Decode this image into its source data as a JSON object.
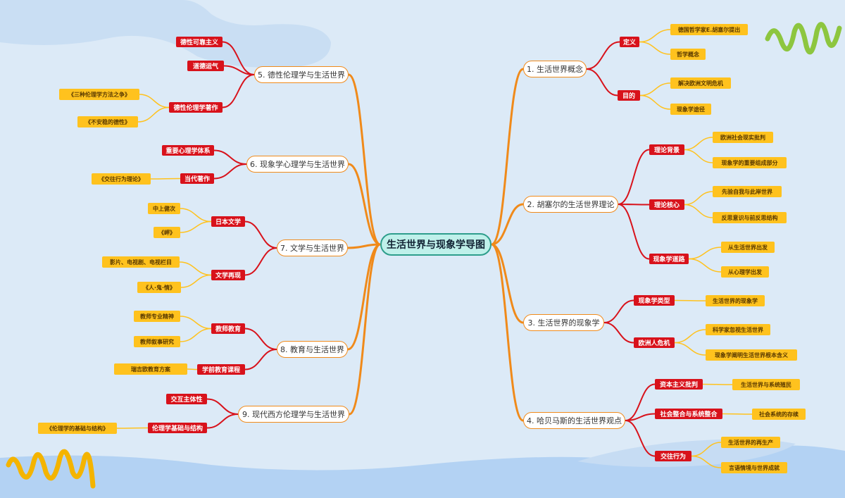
{
  "center": "生活世界与现象学导图",
  "branches": [
    {
      "label": "1. 生活世界概念",
      "subs": [
        {
          "label": "定义",
          "leaves": [
            "德国哲学家E.胡塞尔提出",
            "哲学概念"
          ]
        },
        {
          "label": "目的",
          "leaves": [
            "解决欧洲文明危机",
            "现象学途径"
          ]
        }
      ]
    },
    {
      "label": "2. 胡塞尔的生活世界理论",
      "subs": [
        {
          "label": "理论背景",
          "leaves": [
            "欧洲社会现实批判",
            "现象学的重要组成部分"
          ]
        },
        {
          "label": "理论核心",
          "leaves": [
            "先验自我与此岸世界",
            "反思意识与前反思结构"
          ]
        },
        {
          "label": "现象学道路",
          "leaves": [
            "从生活世界出发",
            "从心理学出发"
          ]
        }
      ]
    },
    {
      "label": "3. 生活世界的现象学",
      "subs": [
        {
          "label": "现象学类型",
          "leaves": [
            "生活世界的现象学"
          ]
        },
        {
          "label": "欧洲人危机",
          "leaves": [
            "科学家忽视生活世界",
            "现象学阐明生活世界根本含义"
          ]
        }
      ]
    },
    {
      "label": "4. 哈贝马斯的生活世界观点",
      "subs": [
        {
          "label": "资本主义批判",
          "leaves": [
            "生活世界与系统殖民"
          ]
        },
        {
          "label": "社会整合与系统整合",
          "leaves": [
            "社会系统的存续"
          ]
        },
        {
          "label": "交往行为",
          "leaves": [
            "生活世界的再生产",
            "言语情境与世界成就"
          ]
        }
      ]
    },
    {
      "label": "5. 德性伦理学与生活世界",
      "subs": [
        {
          "label": "德性可靠主义",
          "leaves": []
        },
        {
          "label": "道德运气",
          "leaves": []
        },
        {
          "label": "德性伦理学著作",
          "leaves": [
            "《三种伦理学方法之争》",
            "《不安稳的德性》"
          ]
        }
      ]
    },
    {
      "label": "6. 现象学心理学与生活世界",
      "subs": [
        {
          "label": "重要心理学体系",
          "leaves": []
        },
        {
          "label": "当代著作",
          "leaves": [
            "《交往行为理论》"
          ]
        }
      ]
    },
    {
      "label": "7. 文学与生活世界",
      "subs": [
        {
          "label": "日本文学",
          "leaves": [
            "中上健次",
            "《岬》"
          ]
        },
        {
          "label": "文学再现",
          "leaves": [
            "影片、电视剧、电视栏目",
            "《人·鬼·情》"
          ]
        }
      ]
    },
    {
      "label": "8. 教育与生活世界",
      "subs": [
        {
          "label": "教师教育",
          "leaves": [
            "教师专业精神",
            "教师叙事研究"
          ]
        },
        {
          "label": "学前教育课程",
          "leaves": [
            "瑞吉欧教育方案"
          ]
        }
      ]
    },
    {
      "label": "9. 现代西方伦理学与生活世界",
      "subs": [
        {
          "label": "交互主体性",
          "leaves": []
        },
        {
          "label": "伦理学基础与结构",
          "leaves": [
            "《伦理学的基础与结构》"
          ]
        }
      ]
    }
  ]
}
